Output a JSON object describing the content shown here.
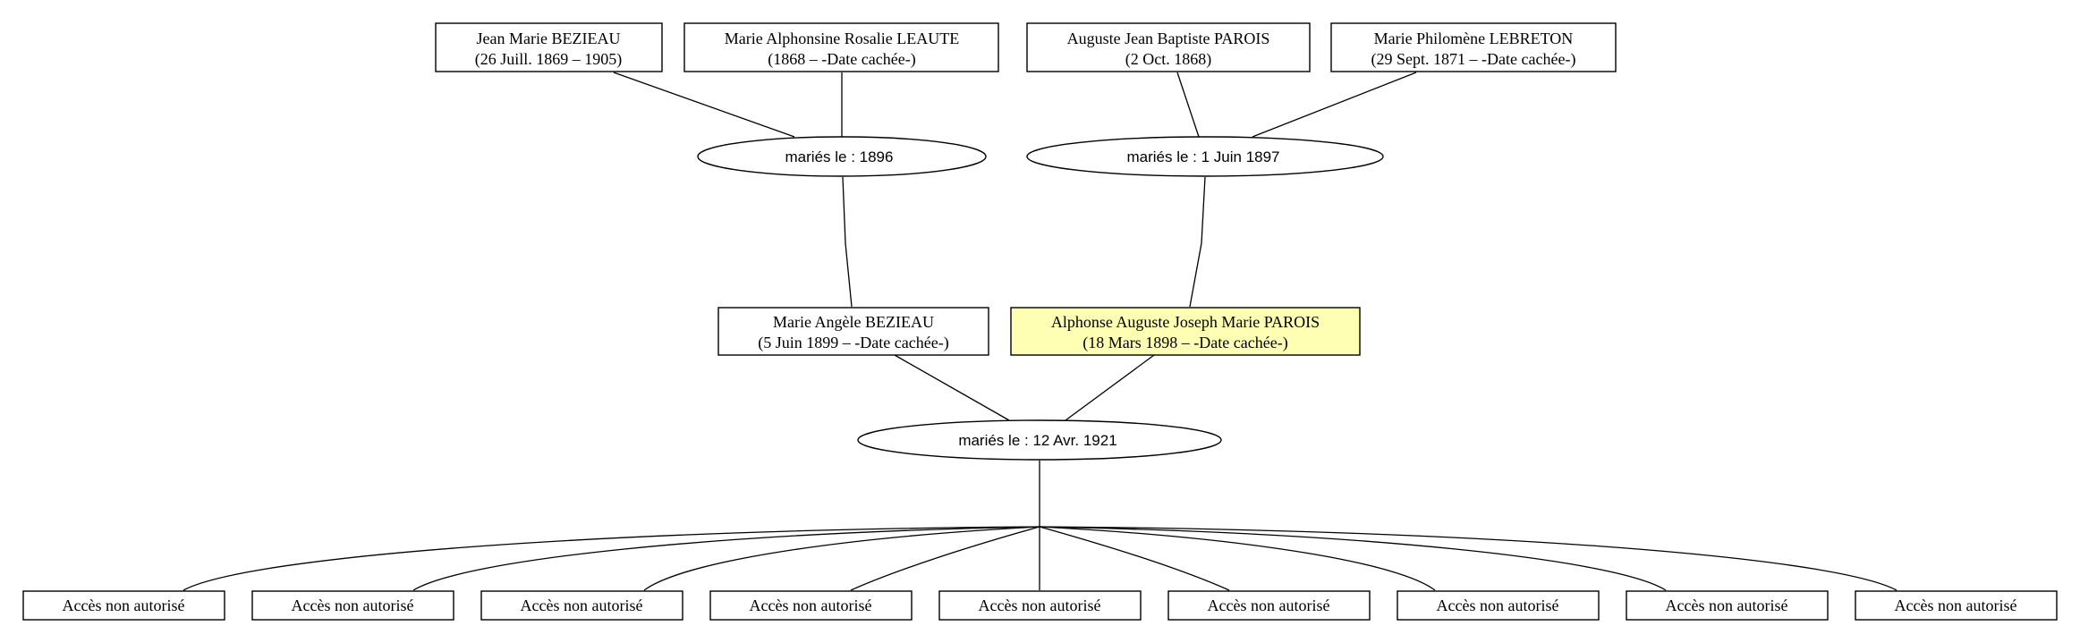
{
  "grandparents": [
    {
      "name": "Jean Marie BEZIEAU",
      "dates": "(26 Juill. 1869 – 1905)"
    },
    {
      "name": "Marie Alphonsine Rosalie LEAUTE",
      "dates": "(1868 – -Date cachée-)"
    },
    {
      "name": "Auguste Jean Baptiste PAROIS",
      "dates": "(2 Oct. 1868)"
    },
    {
      "name": "Marie Philomène LEBRETON",
      "dates": "(29 Sept. 1871 – -Date cachée-)"
    }
  ],
  "unions": {
    "left_grandparents": "mariés le : 1896",
    "right_grandparents": "mariés le : 1 Juin 1897",
    "parents": "mariés le : 12 Avr. 1921"
  },
  "parents": [
    {
      "name": "Marie Angèle BEZIEAU",
      "dates": "(5 Juin 1899 – -Date cachée-)",
      "highlighted": false
    },
    {
      "name": "Alphonse Auguste Joseph Marie PAROIS",
      "dates": "(18 Mars 1898 – -Date cachée-)",
      "highlighted": true
    }
  ],
  "children": [
    {
      "label": "Accès non autorisé"
    },
    {
      "label": "Accès non autorisé"
    },
    {
      "label": "Accès non autorisé"
    },
    {
      "label": "Accès non autorisé"
    },
    {
      "label": "Accès non autorisé"
    },
    {
      "label": "Accès non autorisé"
    },
    {
      "label": "Accès non autorisé"
    },
    {
      "label": "Accès non autorisé"
    },
    {
      "label": "Accès non autorisé"
    }
  ],
  "colors": {
    "highlight_fill": "#ffffb3",
    "stroke": "#000000",
    "background": "#ffffff"
  }
}
